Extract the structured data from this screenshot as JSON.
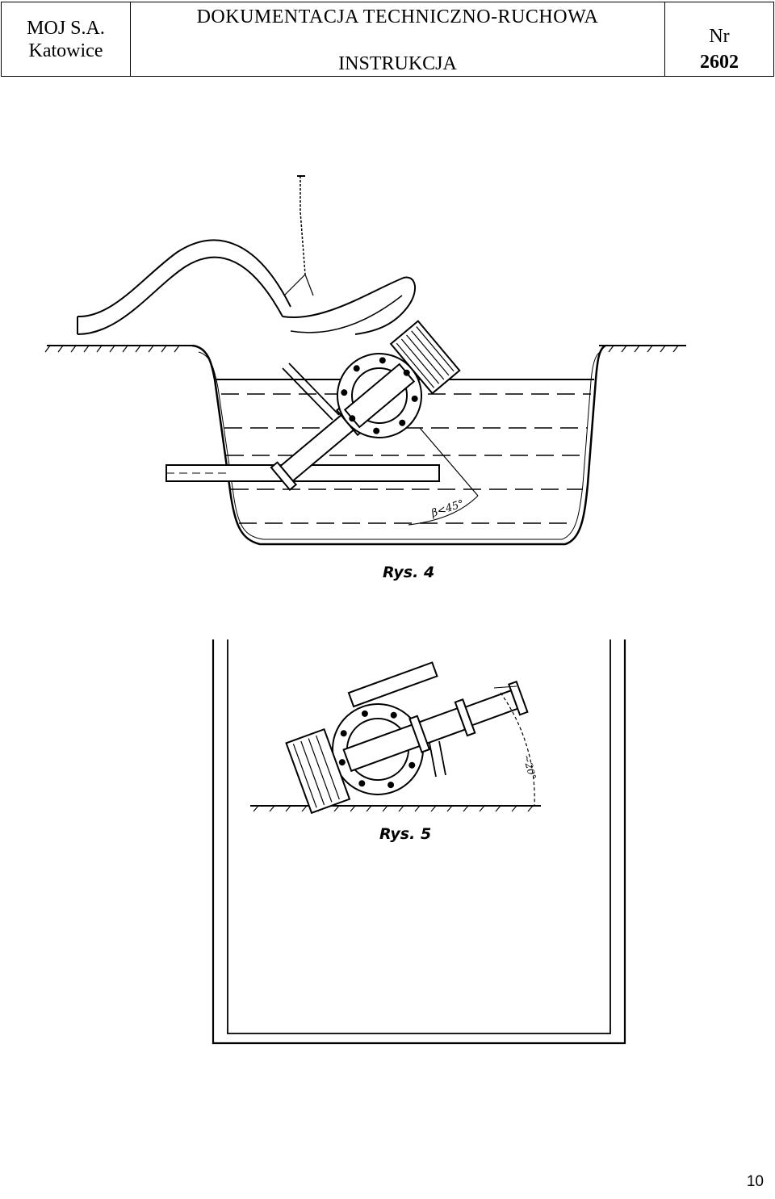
{
  "header": {
    "company_line1": "MOJ S.A.",
    "company_line2": "Katowice",
    "doc_title": "DOKUMENTACJA TECHNICZNO-RUCHOWA",
    "doc_subtitle": "INSTRUKCJA",
    "nr_label": "Nr",
    "nr_value": "2602"
  },
  "figures": {
    "fig4": {
      "caption": "Rys. 4",
      "angle_label": "β<45°"
    },
    "fig5": {
      "caption": "Rys. 5",
      "angle_label": "~20°"
    }
  },
  "footer": {
    "page_number": "10"
  }
}
